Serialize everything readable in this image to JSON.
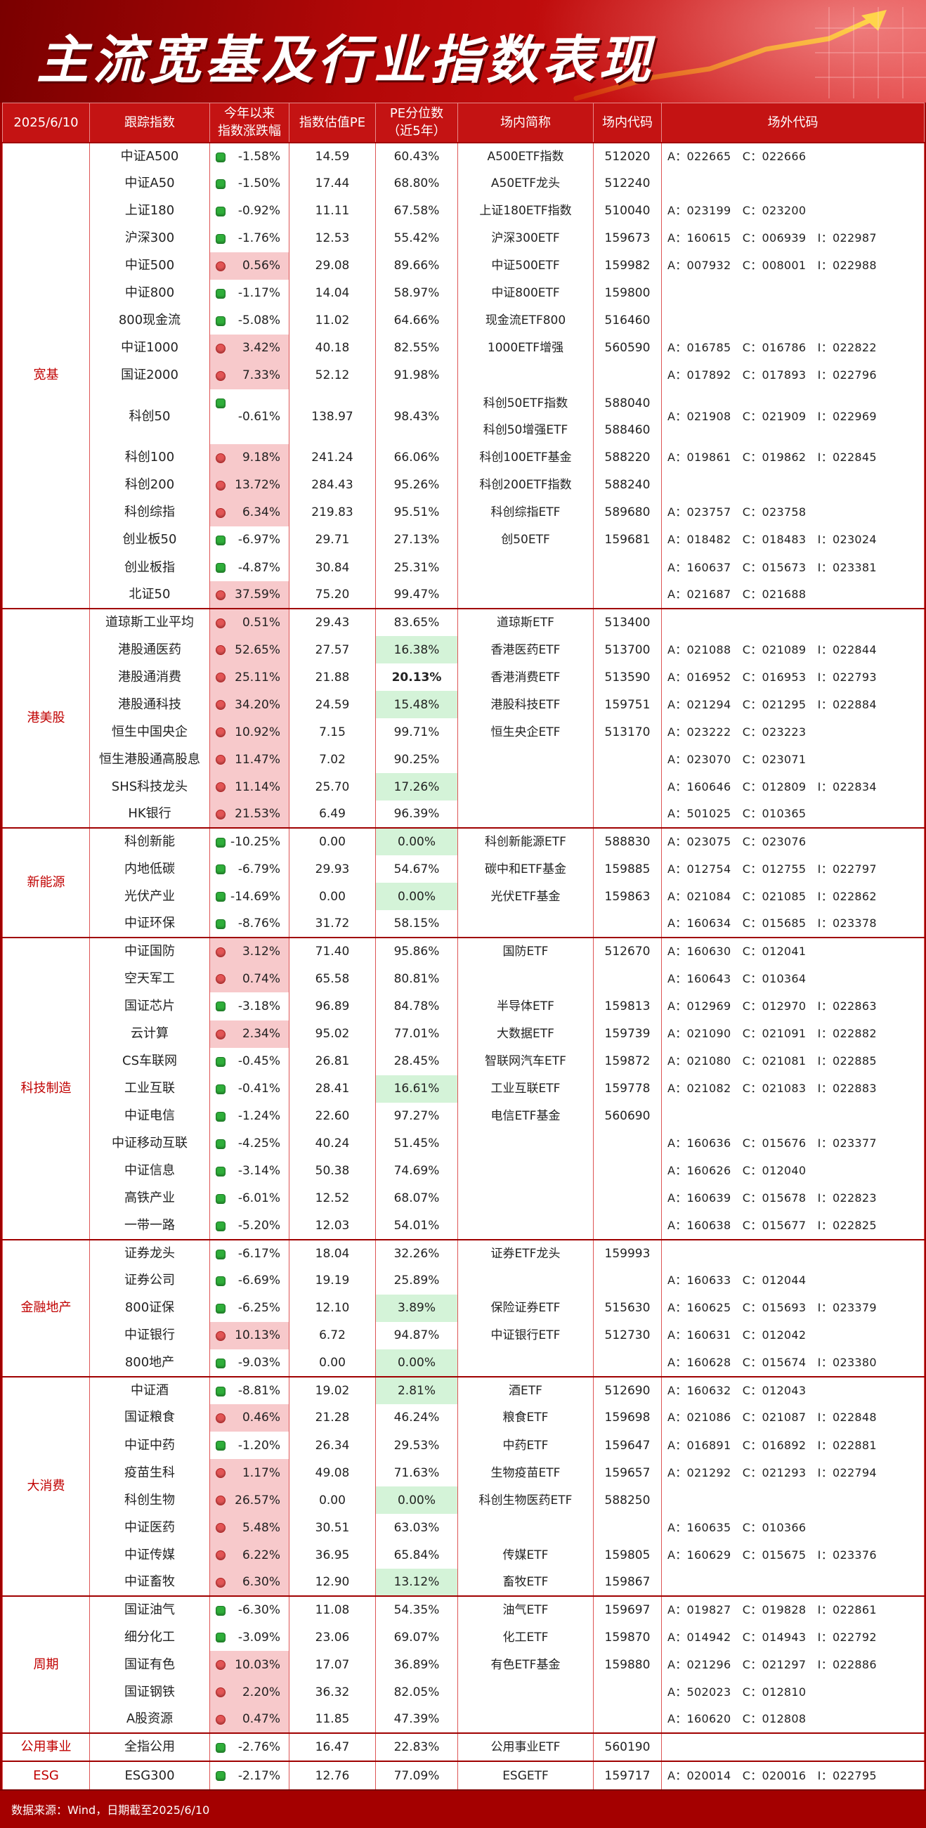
{
  "title": "主流宽基及行业指数表现",
  "footer": "数据来源：Wind，日期截至2025/6/10",
  "colors": {
    "brand_red": "#c41313",
    "up_fill": "#f7c9cb",
    "pct_highlight": "#d4f3d8",
    "up_dot": "#e25555",
    "down_dot": "#2fae3a"
  },
  "headers": {
    "date": "2025/6/10",
    "index": "跟踪指数",
    "ytd_line1": "今年以来",
    "ytd_line2": "指数涨跌幅",
    "pe": "指数估值PE",
    "pct_line1": "PE分位数",
    "pct_line2": "（近5年）",
    "etf_name": "场内简称",
    "etf_code": "场内代码",
    "ext_code": "场外代码"
  },
  "groups": [
    {
      "category": "宽基",
      "rows": [
        {
          "name": "中证A500",
          "chg": "-1.58%",
          "dir": "down",
          "pe": "14.59",
          "pct": "60.43%",
          "etf": [
            "A500ETF指数"
          ],
          "code": [
            "512020"
          ],
          "ext": "A：022665　C：022666"
        },
        {
          "name": "中证A50",
          "chg": "-1.50%",
          "dir": "down",
          "pe": "17.44",
          "pct": "68.80%",
          "etf": [
            "A50ETF龙头"
          ],
          "code": [
            "512240"
          ],
          "ext": ""
        },
        {
          "name": "上证180",
          "chg": "-0.92%",
          "dir": "down",
          "pe": "11.11",
          "pct": "67.58%",
          "etf": [
            "上证180ETF指数"
          ],
          "code": [
            "510040"
          ],
          "ext": "A：023199　C：023200"
        },
        {
          "name": "沪深300",
          "chg": "-1.76%",
          "dir": "down",
          "pe": "12.53",
          "pct": "55.42%",
          "etf": [
            "沪深300ETF"
          ],
          "code": [
            "159673"
          ],
          "ext": "A：160615　C：006939　I：022987"
        },
        {
          "name": "中证500",
          "chg": "0.56%",
          "dir": "up",
          "pe": "29.08",
          "pct": "89.66%",
          "etf": [
            "中证500ETF"
          ],
          "code": [
            "159982"
          ],
          "ext": "A：007932　C：008001　I：022988"
        },
        {
          "name": "中证800",
          "chg": "-1.17%",
          "dir": "down",
          "pe": "14.04",
          "pct": "58.97%",
          "etf": [
            "中证800ETF"
          ],
          "code": [
            "159800"
          ],
          "ext": ""
        },
        {
          "name": "800现金流",
          "chg": "-5.08%",
          "dir": "down",
          "pe": "11.02",
          "pct": "64.66%",
          "etf": [
            "现金流ETF800"
          ],
          "code": [
            "516460"
          ],
          "ext": ""
        },
        {
          "name": "中证1000",
          "chg": "3.42%",
          "dir": "up",
          "pe": "40.18",
          "pct": "82.55%",
          "etf": [
            "1000ETF增强"
          ],
          "code": [
            "560590"
          ],
          "ext": "A：016785　C：016786　I：022822"
        },
        {
          "name": "国证2000",
          "chg": "7.33%",
          "dir": "up",
          "pe": "52.12",
          "pct": "91.98%",
          "etf": [
            ""
          ],
          "code": [
            ""
          ],
          "ext": "A：017892　C：017893　I：022796"
        },
        {
          "name": "科创50",
          "chg": "-0.61%",
          "dir": "down",
          "pe": "138.97",
          "pct": "98.43%",
          "etf": [
            "科创50ETF指数",
            "科创50增强ETF"
          ],
          "code": [
            "588040",
            "588460"
          ],
          "ext": "A：021908　C：021909　I：022969"
        },
        {
          "name": "科创100",
          "chg": "9.18%",
          "dir": "up",
          "pe": "241.24",
          "pct": "66.06%",
          "etf": [
            "科创100ETF基金"
          ],
          "code": [
            "588220"
          ],
          "ext": "A：019861　C：019862　I：022845"
        },
        {
          "name": "科创200",
          "chg": "13.72%",
          "dir": "up",
          "pe": "284.43",
          "pct": "95.26%",
          "etf": [
            "科创200ETF指数"
          ],
          "code": [
            "588240"
          ],
          "ext": ""
        },
        {
          "name": "科创综指",
          "chg": "6.34%",
          "dir": "up",
          "pe": "219.83",
          "pct": "95.51%",
          "etf": [
            "科创综指ETF"
          ],
          "code": [
            "589680"
          ],
          "ext": "A：023757　C：023758"
        },
        {
          "name": "创业板50",
          "chg": "-6.97%",
          "dir": "down",
          "pe": "29.71",
          "pct": "27.13%",
          "etf": [
            "创50ETF"
          ],
          "code": [
            "159681"
          ],
          "ext": "A：018482　C：018483　I：023024"
        },
        {
          "name": "创业板指",
          "chg": "-4.87%",
          "dir": "down",
          "pe": "30.84",
          "pct": "25.31%",
          "etf": [
            ""
          ],
          "code": [
            ""
          ],
          "ext": "A：160637　C：015673　I：023381"
        },
        {
          "name": "北证50",
          "chg": "37.59%",
          "dir": "up",
          "pe": "75.20",
          "pct": "99.47%",
          "etf": [
            ""
          ],
          "code": [
            ""
          ],
          "ext": "A：021687　C：021688"
        }
      ]
    },
    {
      "category": "港美股",
      "rows": [
        {
          "name": "道琼斯工业平均",
          "chg": "0.51%",
          "dir": "up",
          "pe": "29.43",
          "pct": "83.65%",
          "etf": [
            "道琼斯ETF"
          ],
          "code": [
            "513400"
          ],
          "ext": ""
        },
        {
          "name": "港股通医药",
          "chg": "52.65%",
          "dir": "up",
          "pe": "27.57",
          "pct": "16.38%",
          "pct_hl": true,
          "etf": [
            "香港医药ETF"
          ],
          "code": [
            "513700"
          ],
          "ext": "A：021088　C：021089　I：022844"
        },
        {
          "name": "港股通消费",
          "chg": "25.11%",
          "dir": "up",
          "pe": "21.88",
          "pct": "20.13%",
          "pct_bold": true,
          "etf": [
            "香港消费ETF"
          ],
          "code": [
            "513590"
          ],
          "ext": "A：016952　C：016953　I：022793"
        },
        {
          "name": "港股通科技",
          "chg": "34.20%",
          "dir": "up",
          "pe": "24.59",
          "pct": "15.48%",
          "pct_hl": true,
          "etf": [
            "港股科技ETF"
          ],
          "code": [
            "159751"
          ],
          "ext": "A：021294　C：021295　I：022884"
        },
        {
          "name": "恒生中国央企",
          "chg": "10.92%",
          "dir": "up",
          "pe": "7.15",
          "pct": "99.71%",
          "etf": [
            "恒生央企ETF"
          ],
          "code": [
            "513170"
          ],
          "ext": "A：023222　C：023223"
        },
        {
          "name": "恒生港股通高股息",
          "chg": "11.47%",
          "dir": "up",
          "pe": "7.02",
          "pct": "90.25%",
          "etf": [
            ""
          ],
          "code": [
            ""
          ],
          "ext": "A：023070　C：023071"
        },
        {
          "name": "SHS科技龙头",
          "chg": "11.14%",
          "dir": "up",
          "pe": "25.70",
          "pct": "17.26%",
          "pct_hl": true,
          "etf": [
            ""
          ],
          "code": [
            ""
          ],
          "ext": "A：160646　C：012809　I：022834"
        },
        {
          "name": "HK银行",
          "chg": "21.53%",
          "dir": "up",
          "pe": "6.49",
          "pct": "96.39%",
          "etf": [
            ""
          ],
          "code": [
            ""
          ],
          "ext": "A：501025　C：010365"
        }
      ]
    },
    {
      "category": "新能源",
      "rows": [
        {
          "name": "科创新能",
          "chg": "-10.25%",
          "dir": "down",
          "pe": "0.00",
          "pct": "0.00%",
          "pct_hl": true,
          "etf": [
            "科创新能源ETF"
          ],
          "code": [
            "588830"
          ],
          "ext": "A：023075　C：023076"
        },
        {
          "name": "内地低碳",
          "chg": "-6.79%",
          "dir": "down",
          "pe": "29.93",
          "pct": "54.67%",
          "etf": [
            "碳中和ETF基金"
          ],
          "code": [
            "159885"
          ],
          "ext": "A：012754　C：012755　I：022797"
        },
        {
          "name": "光伏产业",
          "chg": "-14.69%",
          "dir": "down",
          "pe": "0.00",
          "pct": "0.00%",
          "pct_hl": true,
          "etf": [
            "光伏ETF基金"
          ],
          "code": [
            "159863"
          ],
          "ext": "A：021084　C：021085　I：022862"
        },
        {
          "name": "中证环保",
          "chg": "-8.76%",
          "dir": "down",
          "pe": "31.72",
          "pct": "58.15%",
          "etf": [
            ""
          ],
          "code": [
            ""
          ],
          "ext": "A：160634　C：015685　I：023378"
        }
      ]
    },
    {
      "category": "科技制造",
      "rows": [
        {
          "name": "中证国防",
          "chg": "3.12%",
          "dir": "up",
          "pe": "71.40",
          "pct": "95.86%",
          "etf": [
            "国防ETF"
          ],
          "code": [
            "512670"
          ],
          "ext": "A：160630　C：012041"
        },
        {
          "name": "空天军工",
          "chg": "0.74%",
          "dir": "up",
          "pe": "65.58",
          "pct": "80.81%",
          "etf": [
            ""
          ],
          "code": [
            ""
          ],
          "ext": "A：160643　C：010364"
        },
        {
          "name": "国证芯片",
          "chg": "-3.18%",
          "dir": "down",
          "pe": "96.89",
          "pct": "84.78%",
          "etf": [
            "半导体ETF"
          ],
          "code": [
            "159813"
          ],
          "ext": "A：012969　C：012970　I：022863"
        },
        {
          "name": "云计算",
          "chg": "2.34%",
          "dir": "up",
          "pe": "95.02",
          "pct": "77.01%",
          "etf": [
            "大数据ETF"
          ],
          "code": [
            "159739"
          ],
          "ext": "A：021090　C：021091　I：022882"
        },
        {
          "name": "CS车联网",
          "chg": "-0.45%",
          "dir": "down",
          "pe": "26.81",
          "pct": "28.45%",
          "etf": [
            "智联网汽车ETF"
          ],
          "code": [
            "159872"
          ],
          "ext": "A：021080　C：021081　I：022885"
        },
        {
          "name": "工业互联",
          "chg": "-0.41%",
          "dir": "down",
          "pe": "28.41",
          "pct": "16.61%",
          "pct_hl": true,
          "etf": [
            "工业互联ETF"
          ],
          "code": [
            "159778"
          ],
          "ext": "A：021082　C：021083　I：022883"
        },
        {
          "name": "中证电信",
          "chg": "-1.24%",
          "dir": "down",
          "pe": "22.60",
          "pct": "97.27%",
          "etf": [
            "电信ETF基金"
          ],
          "code": [
            "560690"
          ],
          "ext": ""
        },
        {
          "name": "中证移动互联",
          "chg": "-4.25%",
          "dir": "down",
          "pe": "40.24",
          "pct": "51.45%",
          "etf": [
            ""
          ],
          "code": [
            ""
          ],
          "ext": "A：160636　C：015676　I：023377"
        },
        {
          "name": "中证信息",
          "chg": "-3.14%",
          "dir": "down",
          "pe": "50.38",
          "pct": "74.69%",
          "etf": [
            ""
          ],
          "code": [
            ""
          ],
          "ext": "A：160626　C：012040"
        },
        {
          "name": "高铁产业",
          "chg": "-6.01%",
          "dir": "down",
          "pe": "12.52",
          "pct": "68.07%",
          "etf": [
            ""
          ],
          "code": [
            ""
          ],
          "ext": "A：160639　C：015678　I：022823"
        },
        {
          "name": "一带一路",
          "chg": "-5.20%",
          "dir": "down",
          "pe": "12.03",
          "pct": "54.01%",
          "etf": [
            ""
          ],
          "code": [
            ""
          ],
          "ext": "A：160638　C：015677　I：022825"
        }
      ]
    },
    {
      "category": "金融地产",
      "rows": [
        {
          "name": "证券龙头",
          "chg": "-6.17%",
          "dir": "down",
          "pe": "18.04",
          "pct": "32.26%",
          "etf": [
            "证券ETF龙头"
          ],
          "code": [
            "159993"
          ],
          "ext": ""
        },
        {
          "name": "证券公司",
          "chg": "-6.69%",
          "dir": "down",
          "pe": "19.19",
          "pct": "25.89%",
          "etf": [
            ""
          ],
          "code": [
            ""
          ],
          "ext": "A：160633　C：012044"
        },
        {
          "name": "800证保",
          "chg": "-6.25%",
          "dir": "down",
          "pe": "12.10",
          "pct": "3.89%",
          "pct_hl": true,
          "etf": [
            "保险证券ETF"
          ],
          "code": [
            "515630"
          ],
          "ext": "A：160625　C：015693　I：023379"
        },
        {
          "name": "中证银行",
          "chg": "10.13%",
          "dir": "up",
          "pe": "6.72",
          "pct": "94.87%",
          "etf": [
            "中证银行ETF"
          ],
          "code": [
            "512730"
          ],
          "ext": "A：160631　C：012042"
        },
        {
          "name": "800地产",
          "chg": "-9.03%",
          "dir": "down",
          "pe": "0.00",
          "pct": "0.00%",
          "pct_hl": true,
          "etf": [
            ""
          ],
          "code": [
            ""
          ],
          "ext": "A：160628　C：015674　I：023380"
        }
      ]
    },
    {
      "category": "大消费",
      "rows": [
        {
          "name": "中证酒",
          "chg": "-8.81%",
          "dir": "down",
          "pe": "19.02",
          "pct": "2.81%",
          "pct_hl": true,
          "etf": [
            "酒ETF"
          ],
          "code": [
            "512690"
          ],
          "ext": "A：160632　C：012043"
        },
        {
          "name": "国证粮食",
          "chg": "0.46%",
          "dir": "up",
          "pe": "21.28",
          "pct": "46.24%",
          "etf": [
            "粮食ETF"
          ],
          "code": [
            "159698"
          ],
          "ext": "A：021086　C：021087　I：022848"
        },
        {
          "name": "中证中药",
          "chg": "-1.20%",
          "dir": "down",
          "pe": "26.34",
          "pct": "29.53%",
          "etf": [
            "中药ETF"
          ],
          "code": [
            "159647"
          ],
          "ext": "A：016891　C：016892　I：022881"
        },
        {
          "name": "疫苗生科",
          "chg": "1.17%",
          "dir": "up",
          "pe": "49.08",
          "pct": "71.63%",
          "etf": [
            "生物疫苗ETF"
          ],
          "code": [
            "159657"
          ],
          "ext": "A：021292　C：021293　I：022794"
        },
        {
          "name": "科创生物",
          "chg": "26.57%",
          "dir": "up",
          "pe": "0.00",
          "pct": "0.00%",
          "pct_hl": true,
          "etf": [
            "科创生物医药ETF"
          ],
          "code": [
            "588250"
          ],
          "ext": ""
        },
        {
          "name": "中证医药",
          "chg": "5.48%",
          "dir": "up",
          "pe": "30.51",
          "pct": "63.03%",
          "etf": [
            ""
          ],
          "code": [
            ""
          ],
          "ext": "A：160635　C：010366"
        },
        {
          "name": "中证传媒",
          "chg": "6.22%",
          "dir": "up",
          "pe": "36.95",
          "pct": "65.84%",
          "etf": [
            "传媒ETF"
          ],
          "code": [
            "159805"
          ],
          "ext": "A：160629　C：015675　I：023376"
        },
        {
          "name": "中证畜牧",
          "chg": "6.30%",
          "dir": "up",
          "pe": "12.90",
          "pct": "13.12%",
          "pct_hl": true,
          "etf": [
            "畜牧ETF"
          ],
          "code": [
            "159867"
          ],
          "ext": ""
        }
      ]
    },
    {
      "category": "周期",
      "rows": [
        {
          "name": "国证油气",
          "chg": "-6.30%",
          "dir": "down",
          "pe": "11.08",
          "pct": "54.35%",
          "etf": [
            "油气ETF"
          ],
          "code": [
            "159697"
          ],
          "ext": "A：019827　C：019828　I：022861"
        },
        {
          "name": "细分化工",
          "chg": "-3.09%",
          "dir": "down",
          "pe": "23.06",
          "pct": "69.07%",
          "etf": [
            "化工ETF"
          ],
          "code": [
            "159870"
          ],
          "ext": "A：014942　C：014943　I：022792"
        },
        {
          "name": "国证有色",
          "chg": "10.03%",
          "dir": "up",
          "pe": "17.07",
          "pct": "36.89%",
          "etf": [
            "有色ETF基金"
          ],
          "code": [
            "159880"
          ],
          "ext": "A：021296　C：021297　I：022886"
        },
        {
          "name": "国证钢铁",
          "chg": "2.20%",
          "dir": "up",
          "pe": "36.32",
          "pct": "82.05%",
          "etf": [
            ""
          ],
          "code": [
            ""
          ],
          "ext": "A：502023　C：012810"
        },
        {
          "name": "A股资源",
          "chg": "0.47%",
          "dir": "up",
          "pe": "11.85",
          "pct": "47.39%",
          "etf": [
            ""
          ],
          "code": [
            ""
          ],
          "ext": "A：160620　C：012808"
        }
      ]
    },
    {
      "category": "公用事业",
      "rows": [
        {
          "name": "全指公用",
          "chg": "-2.76%",
          "dir": "down",
          "pe": "16.47",
          "pct": "22.83%",
          "etf": [
            "公用事业ETF"
          ],
          "code": [
            "560190"
          ],
          "ext": ""
        }
      ]
    },
    {
      "category": "ESG",
      "rows": [
        {
          "name": "ESG300",
          "chg": "-2.17%",
          "dir": "down",
          "pe": "12.76",
          "pct": "77.09%",
          "etf": [
            "ESGETF"
          ],
          "code": [
            "159717"
          ],
          "ext": "A：020014　C：020016　I：022795"
        }
      ]
    }
  ]
}
